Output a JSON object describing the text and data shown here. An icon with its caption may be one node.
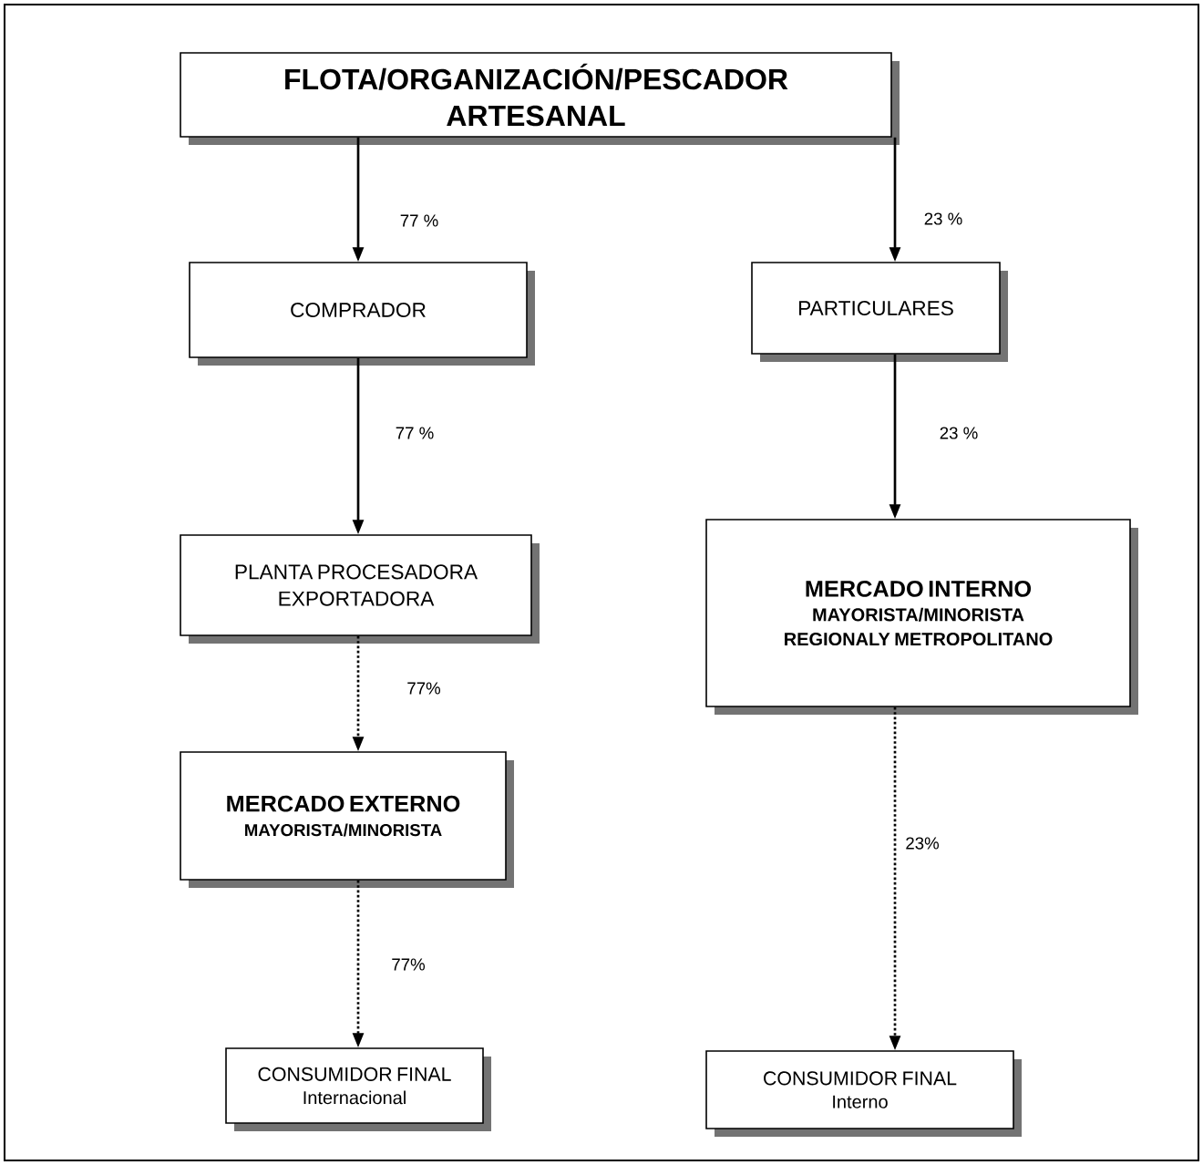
{
  "diagram": {
    "nodes": [
      {
        "text": [
          "FLOTA/ORGANIZACIÓN/PESCADOR ARTESANAL"
        ]
      },
      {
        "text": [
          "COMPRADOR"
        ]
      },
      {
        "text": [
          "PARTICULARES"
        ]
      },
      {
        "text": [
          "PLANTA PROCESADORA EXPORTADORA"
        ]
      },
      {
        "text": [
          "MERCADO INTERNO",
          "MAYORISTA/MINORISTA REGIONALY METROPOLITANO"
        ]
      },
      {
        "text": [
          "MERCADO EXTERNO",
          "MAYORISTA/MINORISTA"
        ]
      },
      {
        "text": [
          "CONSUMIDOR FINAL",
          "Internacional"
        ]
      },
      {
        "text": [
          "CONSUMIDOR FINAL",
          "Interno"
        ]
      }
    ],
    "edges": [
      {
        "from": 0,
        "to": 1,
        "arrow": "to",
        "label": "77 %"
      },
      {
        "from": 0,
        "to": 2,
        "arrow": "to",
        "label": "23 %"
      },
      {
        "from": 1,
        "to": 3,
        "arrow": "to",
        "label": "77 %"
      },
      {
        "from": 2,
        "to": 4,
        "arrow": "to",
        "label": "23 %"
      },
      {
        "from": 3,
        "to": 5,
        "arrow": "to",
        "label": "77%",
        "style": "dashed"
      },
      {
        "from": 5,
        "to": 6,
        "arrow": "to",
        "label": "77%",
        "style": "dashed"
      },
      {
        "from": 4,
        "to": 7,
        "arrow": "to",
        "label": "23%",
        "style": "dashed"
      }
    ]
  }
}
